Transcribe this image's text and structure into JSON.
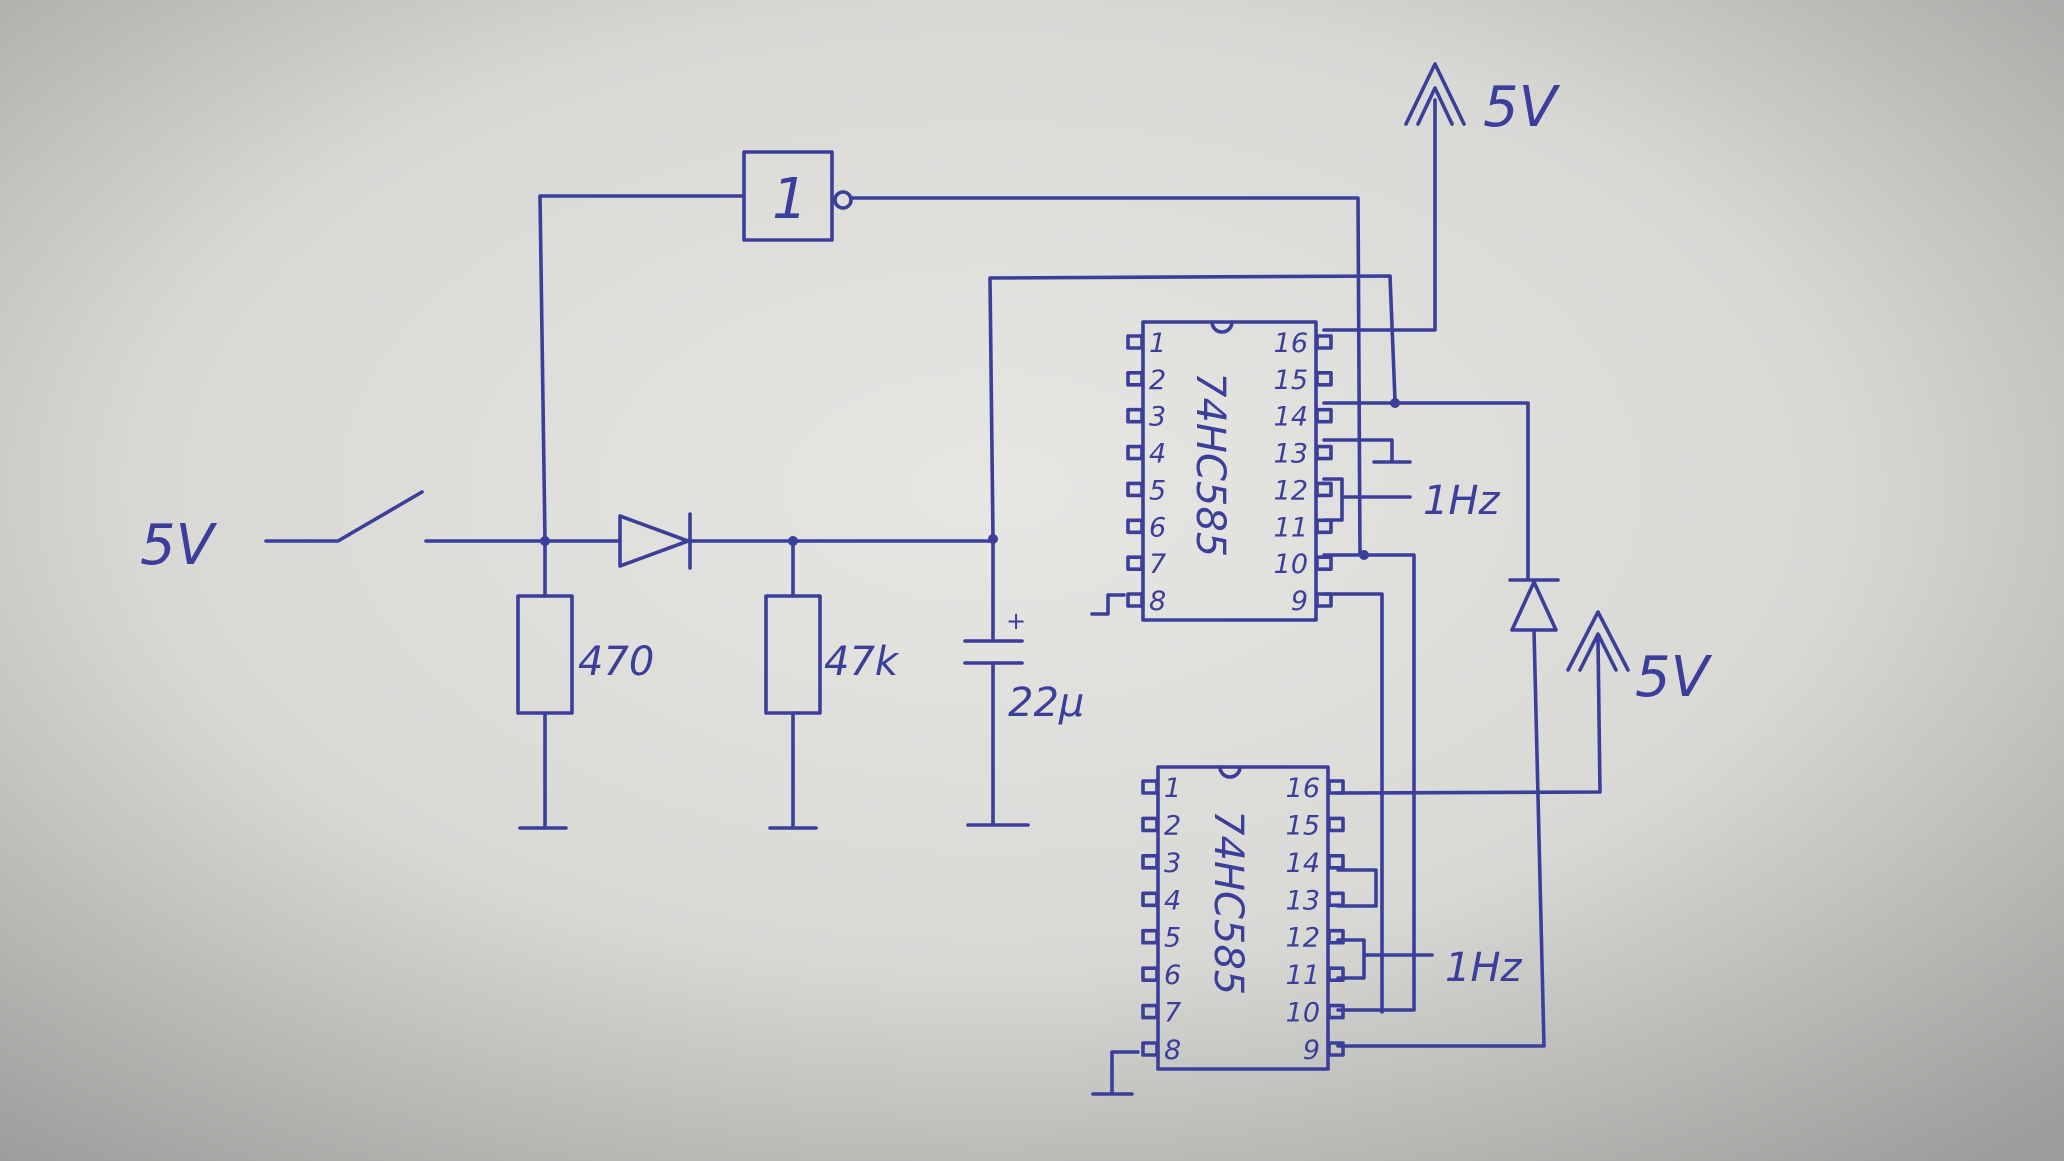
{
  "supply": {
    "input_label": "5V",
    "top_rail_label": "5V",
    "right_rail_label": "5V"
  },
  "components": {
    "inverter_label": "1",
    "resistor_1": "470",
    "resistor_2": "47k",
    "capacitor": "22µ",
    "capacitor_polarity": "+"
  },
  "ic_upper": {
    "part": "74HC585",
    "left_pins": [
      "1",
      "2",
      "3",
      "4",
      "5",
      "6",
      "7",
      "8"
    ],
    "right_pins": [
      "16",
      "15",
      "14",
      "13",
      "12",
      "11",
      "10",
      "9"
    ],
    "clock_label": "1Hz"
  },
  "ic_lower": {
    "part": "74HC585",
    "left_pins": [
      "1",
      "2",
      "3",
      "4",
      "5",
      "6",
      "7",
      "8"
    ],
    "right_pins": [
      "16",
      "15",
      "14",
      "13",
      "12",
      "11",
      "10",
      "9"
    ],
    "clock_label": "1Hz"
  },
  "colors": {
    "ink": "#3b3f9a",
    "paper": "#d9d9d6"
  }
}
